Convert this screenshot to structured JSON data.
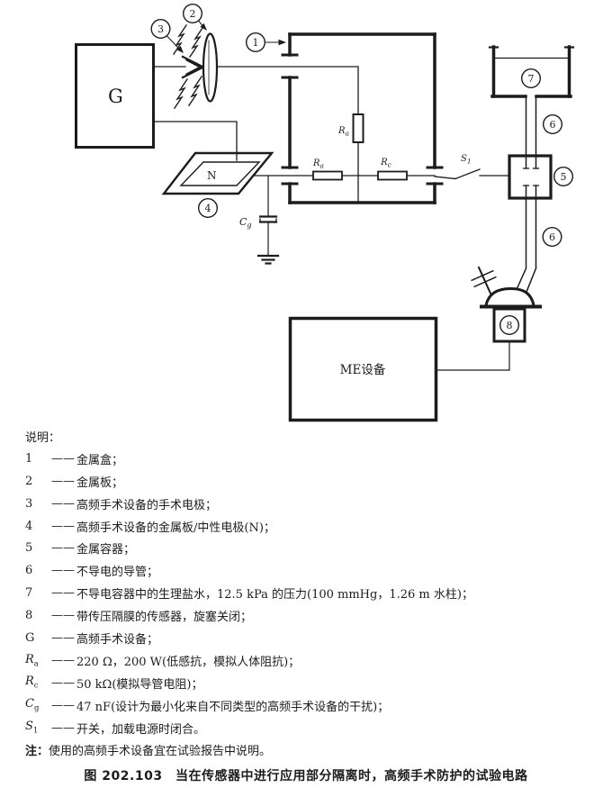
{
  "colors": {
    "ink": "#1c1c1c",
    "background": "#ffffff"
  },
  "diagram": {
    "g_label": "G",
    "n_label": "N",
    "me_label": "ME设备",
    "r_top": {
      "base": "R",
      "sub": "a"
    },
    "r_left": {
      "base": "R",
      "sub": "a"
    },
    "r_right": {
      "base": "R",
      "sub": "c"
    },
    "cg": {
      "base": "C",
      "sub": "g"
    },
    "s1": {
      "base": "S",
      "sub": "1"
    },
    "callouts": {
      "n1": "1",
      "n2": "2",
      "n3": "3",
      "n4": "4",
      "n5": "5",
      "n6": "6",
      "n7": "7",
      "n8": "8"
    }
  },
  "legend": {
    "title": "说明：",
    "dash": "——",
    "items": [
      {
        "sym": "1",
        "text": "金属盒；"
      },
      {
        "sym": "2",
        "text": "金属板；"
      },
      {
        "sym": "3",
        "text": "高频手术设备的手术电极；"
      },
      {
        "sym": "4",
        "text": "高频手术设备的金属板/中性电极(N)；"
      },
      {
        "sym": "5",
        "text": "金属容器；"
      },
      {
        "sym": "6",
        "text": "不导电的导管；"
      },
      {
        "sym": "7",
        "text": "不导电容器中的生理盐水，12.5 kPa 的压力(100 mmHg，1.26 m 水柱)；"
      },
      {
        "sym": "8",
        "text": "带传压隔膜的传感器，旋塞关闭；"
      },
      {
        "sym": "G",
        "text": "高频手术设备；"
      },
      {
        "sym_base": "R",
        "sym_sub": "a",
        "text": "220 Ω，200 W(低感抗，模拟人体阻抗)；"
      },
      {
        "sym_base": "R",
        "sym_sub": "c",
        "text": "50 kΩ(模拟导管电阻)；"
      },
      {
        "sym_base": "C",
        "sym_sub": "g",
        "text": "47 nF(设计为最小化来自不同类型的高频手术设备的干扰)；"
      },
      {
        "sym_base": "S",
        "sym_sub": "1",
        "text": "开关，加载电源时闭合。"
      }
    ],
    "note_label": "注：",
    "note_text": "使用的高频手术设备宜在试验报告中说明。"
  },
  "caption": "图 202.103　当在传感器中进行应用部分隔离时，高频手术防护的试验电路"
}
